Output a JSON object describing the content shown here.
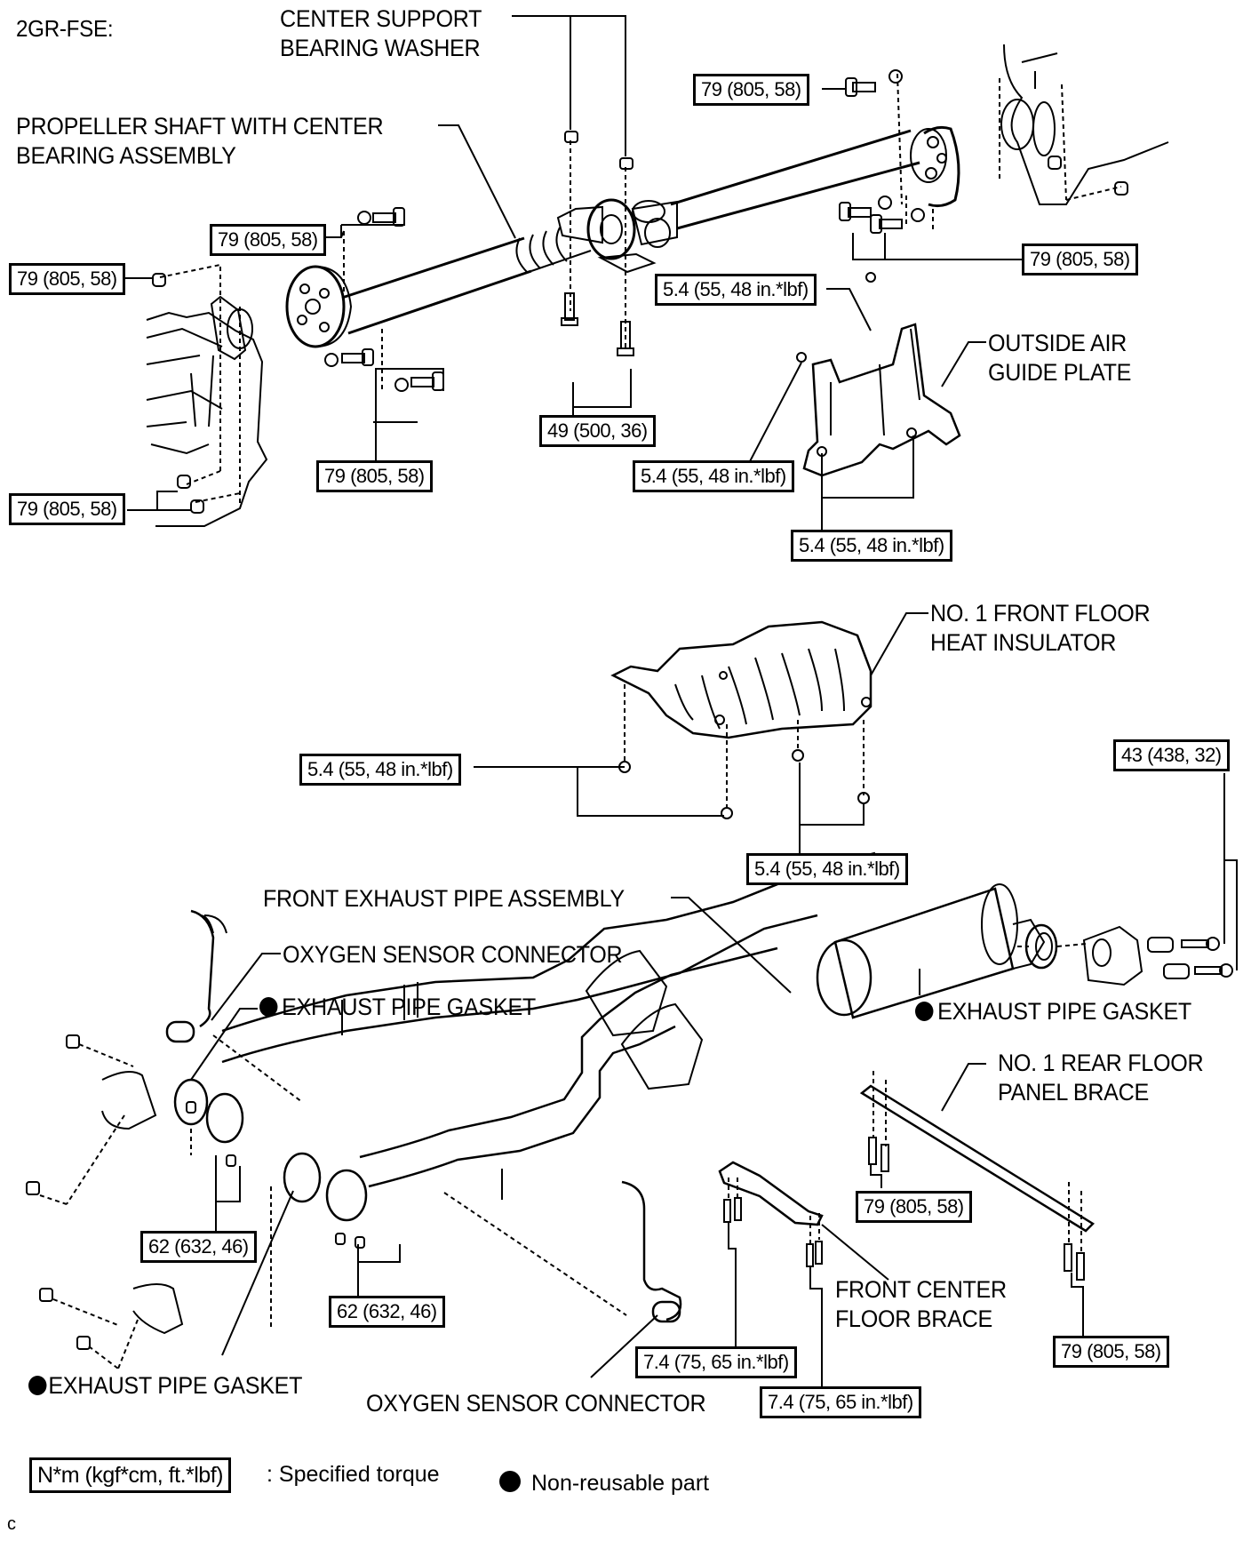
{
  "engine_label": "2GR-FSE:",
  "part_labels": {
    "center_support_washer": [
      "CENTER SUPPORT",
      "BEARING WASHER"
    ],
    "propeller_shaft": [
      "PROPELLER SHAFT WITH CENTER",
      "BEARING ASSEMBLY"
    ],
    "outside_air_guide": [
      "OUTSIDE AIR",
      "GUIDE PLATE"
    ],
    "heat_insulator": [
      "NO. 1 FRONT FLOOR",
      "HEAT INSULATOR"
    ],
    "front_exhaust_pipe": "FRONT EXHAUST PIPE ASSEMBLY",
    "oxygen_sensor_upper": "OXYGEN SENSOR CONNECTOR",
    "gasket_left_upper": "EXHAUST PIPE GASKET",
    "gasket_right": "EXHAUST PIPE GASKET",
    "rear_floor_brace": [
      "NO. 1  REAR FLOOR",
      "PANEL BRACE"
    ],
    "front_center_brace": [
      "FRONT CENTER",
      "FLOOR BRACE"
    ],
    "gasket_left_lower": "EXHAUST PIPE GASKET",
    "oxygen_sensor_lower": "OXYGEN SENSOR CONNECTOR"
  },
  "torque_specs": {
    "rear_flange_top": "79 (805, 58)",
    "front_flange_top": "79 (805, 58)",
    "transmission_top_nut": "79 (805, 58)",
    "rear_flange_bottom": "79 (805, 58)",
    "air_guide_top": "5.4 (55, 48 in.*lbf)",
    "air_guide_left": "5.4 (55, 48 in.*lbf)",
    "air_guide_bottom": "5.4 (55, 48 in.*lbf)",
    "center_bearing_bolts": "49 (500, 36)",
    "front_flange_bottom": "79 (805, 58)",
    "transmission_bottom_nuts": "79 (805, 58)",
    "insulator_left": "5.4 (55, 48 in.*lbf)",
    "insulator_bottom": "5.4 (55, 48 in.*lbf)",
    "exhaust_rear_bolts": "43 (438, 32)",
    "manifold_left_bolts": "62 (632, 46)",
    "manifold_right_bolts": "62 (632, 46)",
    "rear_brace_left": "79 (805, 58)",
    "rear_brace_right": "79 (805, 58)",
    "center_brace_left": "7.4 (75, 65 in.*lbf)",
    "center_brace_right": "7.4 (75, 65 in.*lbf)"
  },
  "legend": {
    "torque_unit_box": "N*m (kgf*cm, ft.*lbf)",
    "torque_desc": ": Specified torque",
    "nonreusable_desc": "Non-reusable part"
  },
  "corner_code": "C"
}
